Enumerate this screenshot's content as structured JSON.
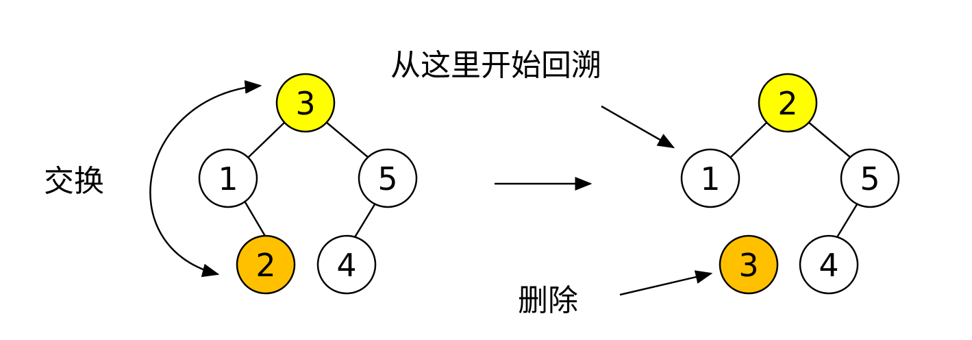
{
  "colors": {
    "root": "#FFFF00",
    "swapped": "#FFC000",
    "normal": "#FFFFFF"
  },
  "annotations": {
    "swap": "交换",
    "backtrack": "从这里开始回溯",
    "delete": "删除"
  },
  "trees": [
    {
      "nodes": [
        {
          "id": "a",
          "label": "3",
          "style": "root"
        },
        {
          "id": "b",
          "label": "1",
          "style": "normal"
        },
        {
          "id": "c",
          "label": "5",
          "style": "normal"
        },
        {
          "id": "d",
          "label": "2",
          "style": "swapped"
        },
        {
          "id": "e",
          "label": "4",
          "style": "normal"
        }
      ]
    },
    {
      "nodes": [
        {
          "id": "a",
          "label": "2",
          "style": "root"
        },
        {
          "id": "b",
          "label": "1",
          "style": "normal"
        },
        {
          "id": "c",
          "label": "5",
          "style": "normal"
        },
        {
          "id": "d",
          "label": "3",
          "style": "swapped"
        },
        {
          "id": "e",
          "label": "4",
          "style": "normal"
        }
      ]
    }
  ]
}
